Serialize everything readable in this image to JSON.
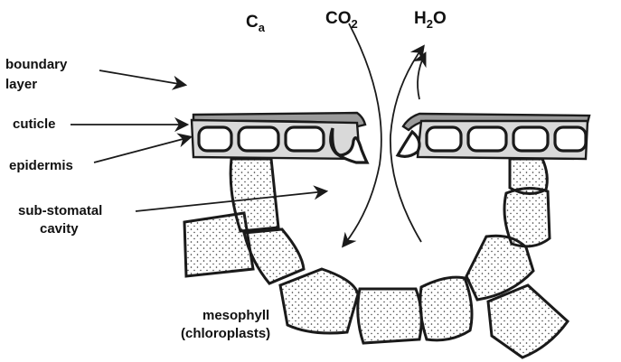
{
  "labels": {
    "boundary_layer": [
      "boundary",
      "layer"
    ],
    "cuticle": "cuticle",
    "epidermis": "epidermis",
    "sub_stomatal_cavity": [
      "sub-stomatal",
      "cavity"
    ],
    "mesophyll": [
      "mesophyll",
      "(chloroplasts)"
    ]
  },
  "gases": {
    "ca_main": "C",
    "ca_sub": "a",
    "co2_main": "CO",
    "co2_sub": "2",
    "h2o_h": "H",
    "h2o_sub": "2",
    "h2o_o": "O"
  },
  "colors": {
    "ink": "#1a1a1a",
    "cuticle": "#9a9a9a",
    "cell_fill": "#ffffff",
    "stipple": "#333333"
  }
}
